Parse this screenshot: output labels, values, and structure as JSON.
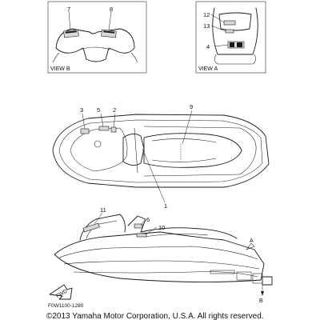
{
  "callouts": {
    "c1": "1",
    "c2": "2",
    "c3": "3",
    "c4": "4",
    "c5": "5",
    "c6": "6",
    "c7": "7",
    "c8": "8",
    "c9": "9",
    "c10": "10",
    "c11": "11",
    "c12": "12",
    "c13": "13"
  },
  "views": {
    "view_b": "VIEW B",
    "view_a": "VIEW A"
  },
  "markers": {
    "a": "A",
    "b": "B",
    "fwd": "FWD"
  },
  "diagram_code": "F0W1100-1280",
  "copyright": "©2013 Yamaha Motor Corporation, U.S.A. All rights reserved."
}
